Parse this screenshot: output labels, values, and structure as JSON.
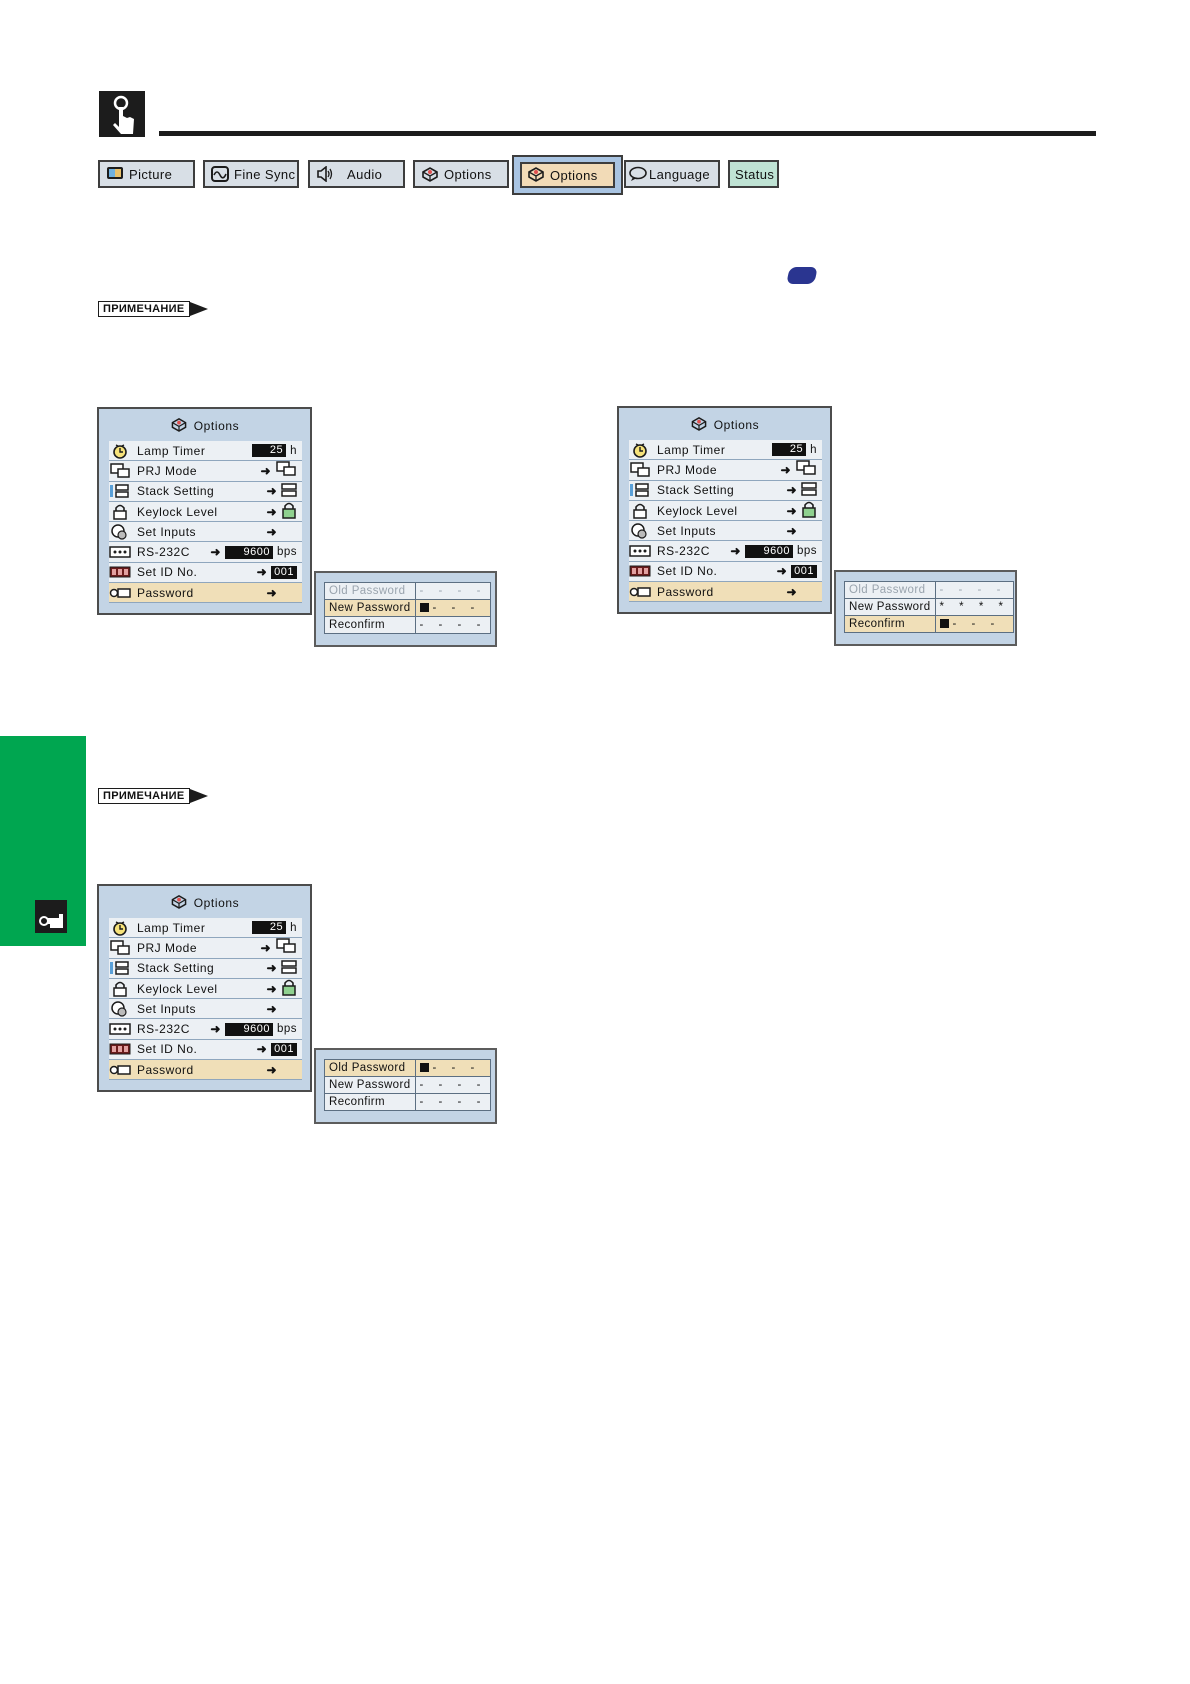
{
  "tabs": [
    {
      "label": "Picture",
      "icon": "picture-icon"
    },
    {
      "label": "Fine Sync",
      "icon": "fine-sync-icon"
    },
    {
      "label": "Audio",
      "icon": "speaker-icon"
    },
    {
      "label": "Options",
      "icon": "options-icon"
    },
    {
      "label": "Options",
      "icon": "options-icon",
      "active": true
    },
    {
      "label": "Language",
      "icon": "speech-bubble-icon"
    },
    {
      "label": "Status",
      "icon": ""
    }
  ],
  "notes": [
    "ПРИМЕЧАНИЕ",
    "ПРИМЕЧАНИЕ"
  ],
  "osd": {
    "title": "Options",
    "items": [
      {
        "label": "Lamp Timer",
        "value": "25",
        "unit": "h"
      },
      {
        "label": "PRJ Mode",
        "value": "",
        "unit": ""
      },
      {
        "label": "Stack Setting",
        "value": "",
        "unit": ""
      },
      {
        "label": "Keylock Level",
        "value": "",
        "unit": ""
      },
      {
        "label": "Set Inputs",
        "value": "",
        "unit": ""
      },
      {
        "label": "RS-232C",
        "value": "9600",
        "unit": "bps"
      },
      {
        "label": "Set ID No.",
        "value": "001",
        "unit": ""
      },
      {
        "label": "Password",
        "value": "",
        "unit": ""
      }
    ]
  },
  "password_panels": [
    {
      "rows": [
        {
          "label": "Old Password",
          "value": "- - - -"
        },
        {
          "label": "New Password",
          "value": "- - -"
        },
        {
          "label": "Reconfirm",
          "value": "- - - -"
        }
      ]
    },
    {
      "rows": [
        {
          "label": "Old Password",
          "value": "- - - -"
        },
        {
          "label": "New Password",
          "value": "* * * *"
        },
        {
          "label": "Reconfirm",
          "value": "- - -"
        }
      ]
    },
    {
      "rows": [
        {
          "label": "Old Password",
          "value": "- - -"
        },
        {
          "label": "New Password",
          "value": "- - - -"
        },
        {
          "label": "Reconfirm",
          "value": "- - - -"
        }
      ]
    }
  ],
  "colors": {
    "side_tab": "#00a650",
    "badge": "#2a3590",
    "osd_bg": "#c3d4e5",
    "selected_row": "#f0dfb8"
  }
}
